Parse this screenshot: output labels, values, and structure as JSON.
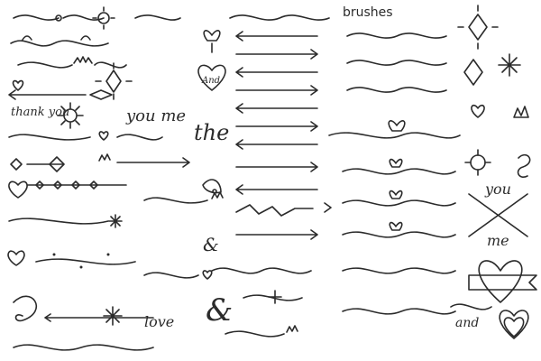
{
  "texts": {
    "brushes": "brushes",
    "thank_you": "thank you",
    "and_heart": "And",
    "you_me": "you me",
    "the": "the",
    "amp1": "&",
    "amp2": "&",
    "you": "you",
    "me": "me",
    "love": "love",
    "and": "and"
  },
  "colors": {
    "ink": "#2b2b2b",
    "background": "#ffffff"
  }
}
